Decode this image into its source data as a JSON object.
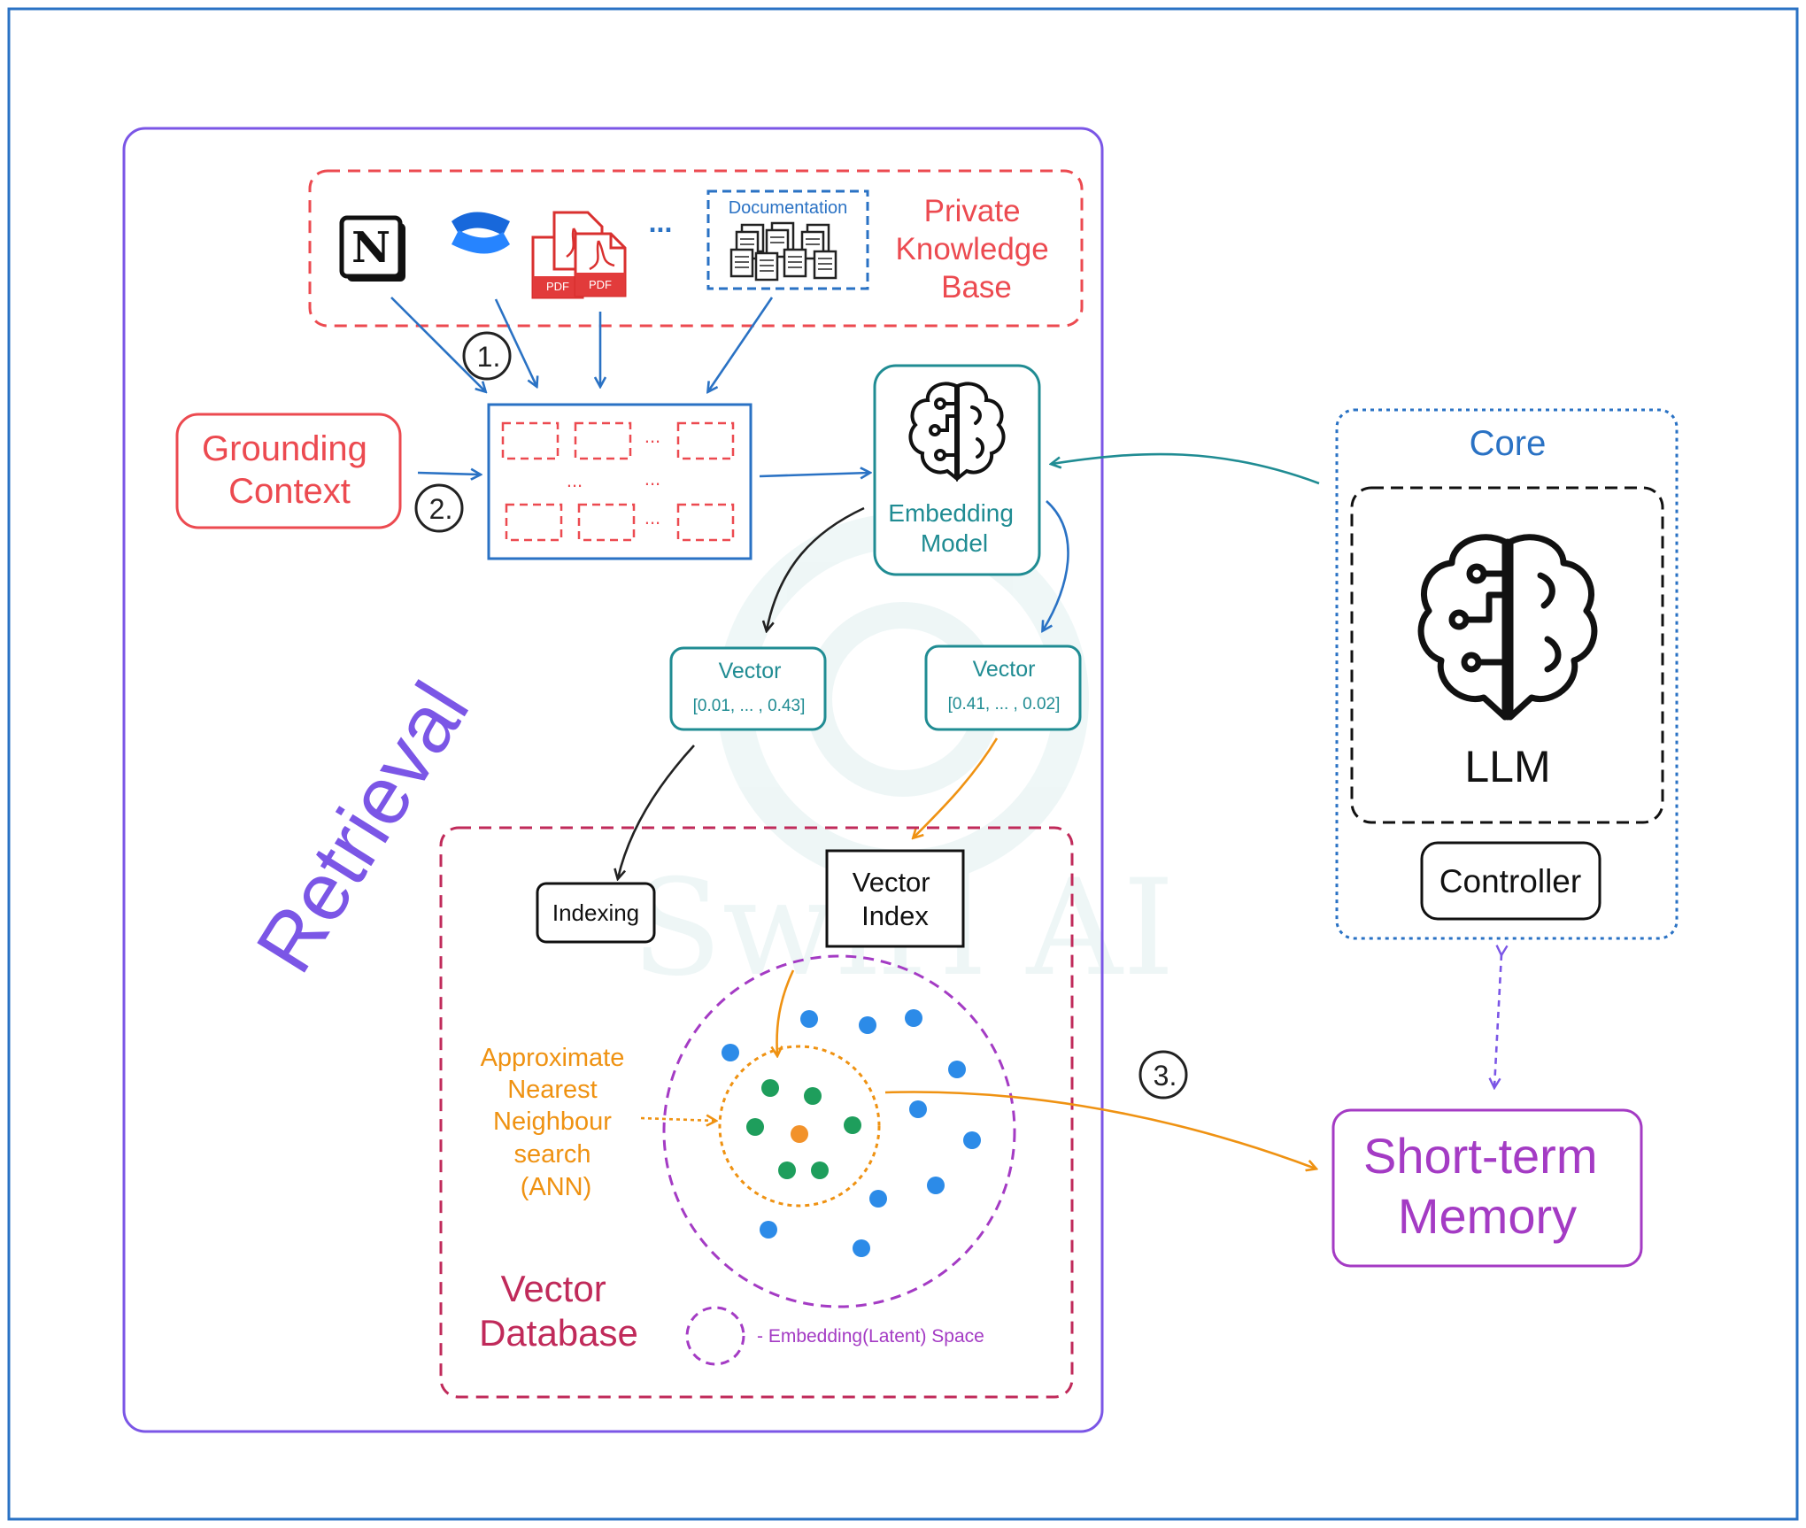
{
  "retrieval": {
    "title": "Retrieval"
  },
  "knowledge_base": {
    "title_lines": [
      "Private",
      "Knowledge",
      "Base"
    ],
    "ellipsis": "...",
    "documentation_label": "Documentation",
    "notion_letter": "N",
    "pdf_label": "PDF",
    "icons": [
      "notion-icon",
      "confluence-icon",
      "pdf-icon",
      "documentation-icon"
    ]
  },
  "grounding_context": {
    "lines": [
      "Grounding",
      "Context"
    ]
  },
  "chunks": {
    "ellipsis": "..."
  },
  "steps": {
    "one": "1.",
    "two": "2.",
    "three": "3."
  },
  "embedding_model": {
    "lines": [
      "Embedding",
      "Model"
    ]
  },
  "vectors": [
    {
      "title": "Vector",
      "value": "[0.01, ... , 0.43]"
    },
    {
      "title": "Vector",
      "value": "[0.41, ... , 0.02]"
    }
  ],
  "vector_database": {
    "title_lines": [
      "Vector",
      "Database"
    ],
    "indexing": "Indexing",
    "vector_index_lines": [
      "Vector",
      "Index"
    ],
    "ann_lines": [
      "Approximate",
      "Nearest",
      "Neighbour",
      "search",
      "(ANN)"
    ],
    "legend": "- Embedding(Latent) Space"
  },
  "core": {
    "title": "Core",
    "llm": "LLM",
    "controller": "Controller"
  },
  "short_term_memory": {
    "lines": [
      "Short-term",
      "Memory"
    ]
  },
  "watermark": "Swirl AI",
  "colors": {
    "retrieval": "#7b56e6",
    "knowledge_base": "#ec4a50",
    "grounding": "#ec4a50",
    "flow_blue": "#2a72c4",
    "embedding": "#208c93",
    "database": "#c02a5a",
    "ann": "#ef9212",
    "core": "#2a72c4",
    "memory": "#a43bc4",
    "point_blue": "#2c8be8",
    "point_green": "#1e9e5c",
    "point_orange": "#f2922a"
  }
}
